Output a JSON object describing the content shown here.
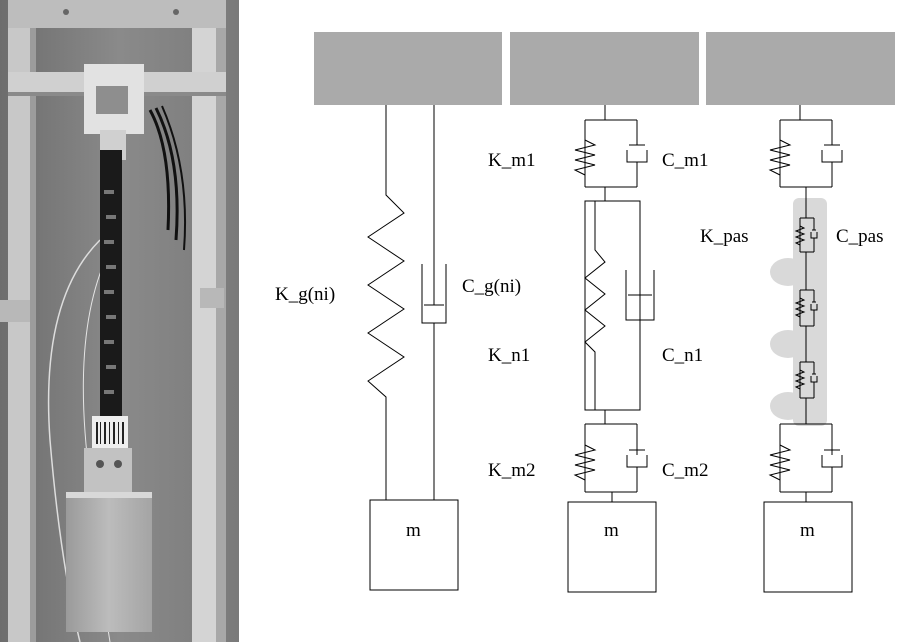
{
  "photo": {
    "description_icon": "photo-of-test-rig"
  },
  "models": [
    {
      "id": "model-1",
      "labels": {
        "k": "K_g(ni)",
        "c": "C_g(ni)",
        "mass": "m"
      }
    },
    {
      "id": "model-2",
      "labels": {
        "k_m1": "K_m1",
        "c_m1": "C_m1",
        "k_n1": "K_n1",
        "c_n1": "C_n1",
        "k_m2": "K_m2",
        "c_m2": "C_m2",
        "mass": "m"
      }
    },
    {
      "id": "model-3",
      "labels": {
        "k_pas": "K_pas",
        "c_pas": "C_pas",
        "mass": "m"
      }
    }
  ],
  "colors": {
    "support": "#aaaaaa",
    "shaded_region": "#d9d9d9",
    "line": "#000000"
  }
}
